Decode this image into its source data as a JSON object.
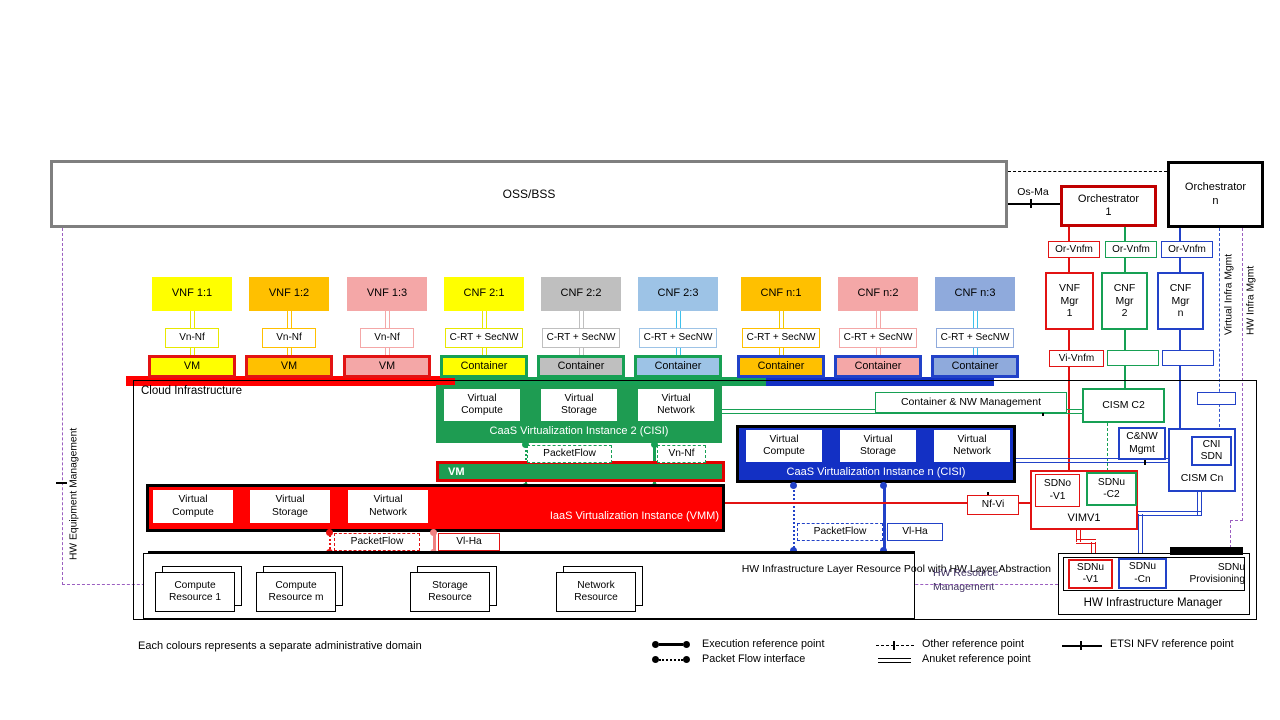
{
  "colors": {
    "red_domain": "#E21313",
    "bright_red": "#FF0000",
    "orch1_border": "#C00000",
    "green_domain": "#17A054",
    "green_fill": "#1E9C52",
    "blue_domain": "#2242C8",
    "blue_fill": "#1330C4",
    "yellow": "#FFFF00",
    "orange": "#FFC000",
    "pink": "#F4A7A7",
    "gray": "#BFBFBF",
    "lightblue": "#9DC3E6",
    "lightblue2": "#8FAADC",
    "cyan_line": "#3EC1EC",
    "purple_dash": "#9B5FC0",
    "blue_dash": "#3355CC",
    "oss_border": "#7F7F7F",
    "hw_mgmt_text": "#3F3060"
  },
  "top": {
    "oss": "OSS/BSS",
    "os_ma": "Os-Ma",
    "orchestrator_1": "Orchestrator\n1",
    "orchestrator_n": "Orchestrator\nn",
    "or_vnfm_1": "Or-Vnfm",
    "or_vnfm_2": "Or-Vnfm",
    "or_vnfm_n": "Or-Vnfm"
  },
  "managers": {
    "vnf_mgr_1": "VNF\nMgr\n1",
    "cnf_mgr_2": "CNF\nMgr\n2",
    "cnf_mgr_n": "CNF\nMgr\nn",
    "vi_vnfm": "Vi-Vnfm"
  },
  "side_labels": {
    "virtual_infra_mgmt": "Virtual Infra Mgmt",
    "hw_infra_mgmt": "HW Infra Mgmt",
    "hw_equipment_mgmt": "HW Equipment Management",
    "hw_resource_mgmt": "HW Resource\nManagement"
  },
  "columns": [
    {
      "id": "vnf-1-1",
      "top": "VNF 1:1",
      "mid": "Vn-Nf",
      "bottom": "VM",
      "fill": "#FFFF00",
      "line": "#E8E800",
      "mid_border": "#E8E800",
      "domain": "#E21313"
    },
    {
      "id": "vnf-1-2",
      "top": "VNF 1:2",
      "mid": "Vn-Nf",
      "bottom": "VM",
      "fill": "#FFC000",
      "line": "#FFC000",
      "mid_border": "#FFC000",
      "domain": "#E21313"
    },
    {
      "id": "vnf-1-3",
      "top": "VNF 1:3",
      "mid": "Vn-Nf",
      "bottom": "VM",
      "fill": "#F4A7A7",
      "line": "#F4A7A7",
      "mid_border": "#F4A7A7",
      "domain": "#E21313"
    },
    {
      "id": "cnf-2-1",
      "top": "CNF 2:1",
      "mid": "C-RT + SecNW",
      "bottom": "Container",
      "fill": "#FFFF00",
      "line": "#E8E800",
      "mid_border": "#E8E800",
      "domain": "#17A054"
    },
    {
      "id": "cnf-2-2",
      "top": "CNF 2:2",
      "mid": "C-RT + SecNW",
      "bottom": "Container",
      "fill": "#BFBFBF",
      "line": "#BFBFBF",
      "mid_border": "#BFBFBF",
      "domain": "#17A054"
    },
    {
      "id": "cnf-2-3",
      "top": "CNF 2:3",
      "mid": "C-RT + SecNW",
      "bottom": "Container",
      "fill": "#9DC3E6",
      "line": "#3EC1EC",
      "mid_border": "#9DC3E6",
      "domain": "#17A054"
    },
    {
      "id": "cnf-n-1",
      "top": "CNF n:1",
      "mid": "C-RT + SecNW",
      "bottom": "Container",
      "fill": "#FFC000",
      "line": "#F0C800",
      "mid_border": "#FFC000",
      "domain": "#2242C8"
    },
    {
      "id": "cnf-n-2",
      "top": "CNF n:2",
      "mid": "C-RT + SecNW",
      "bottom": "Container",
      "fill": "#F4A7A7",
      "line": "#F4A7A7",
      "mid_border": "#F4A7A7",
      "domain": "#2242C8"
    },
    {
      "id": "cnf-n-3",
      "top": "CNF n:3",
      "mid": "C-RT + SecNW",
      "bottom": "Container",
      "fill": "#8FAADC",
      "line": "#3EC1EC",
      "mid_border": "#8FAADC",
      "domain": "#2242C8"
    }
  ],
  "cloud": {
    "title": "Cloud Infrastructure",
    "cisi2": {
      "vc": "Virtual\nCompute",
      "vs": "Virtual\nStorage",
      "vn": "Virtual\nNetwork",
      "label": "CaaS Virtualization Instance 2 (CISI)"
    },
    "cisin": {
      "vc": "Virtual\nCompute",
      "vs": "Virtual\nStorage",
      "vn": "Virtual\nNetwork",
      "label": "CaaS Virtualization Instance n (CISI)"
    },
    "iaas": {
      "vc": "Virtual\nCompute",
      "vs": "Virtual\nStorage",
      "vn": "Virtual\nNetwork",
      "label": "IaaS Virtualization Instance (VMM)"
    },
    "vm_bar": "VM",
    "container_nw_mgmt": "Container & NW  Management",
    "cism_c2": "CISM C2",
    "cnw_mgmt": "C&NW\nMgmt",
    "cni_sdn": "CNI\nSDN",
    "cism_cn": "CISM Cn",
    "packetflow_green": "PacketFlow",
    "vn_nf_green": "Vn-Nf",
    "packetflow_red": "PacketFlow",
    "vl_ha_red": "Vl-Ha",
    "packetflow_blue": "PacketFlow",
    "vl_ha_blue": "Vl-Ha",
    "nf_vi": "Nf-Vi",
    "vim": {
      "sdno_v1": "SDNo\n-V1",
      "sdnu_c2": "SDNu\n-C2",
      "label": "VIMV1"
    }
  },
  "hw_pool": {
    "label": "HW Infrastructure Layer Resource Pool with HW Layer Abstraction",
    "resources": [
      "Compute\nResource 1",
      "Compute\nResource m",
      "Storage\nResource",
      "Network\nResource"
    ]
  },
  "hwim": {
    "sdnu_v1": "SDNu\n-V1",
    "sdnu_cn": "SDNu\n-Cn",
    "sdnu_prov": "SDNu\nProvisioning",
    "label": "HW Infrastructure Manager"
  },
  "legend": {
    "note": "Each colours represents a separate administrative domain",
    "execution": "Execution reference point",
    "packet_flow": "Packet Flow interface",
    "other": "Other reference point",
    "anuket": "Anuket reference point",
    "etsi": "ETSI NFV reference point"
  }
}
